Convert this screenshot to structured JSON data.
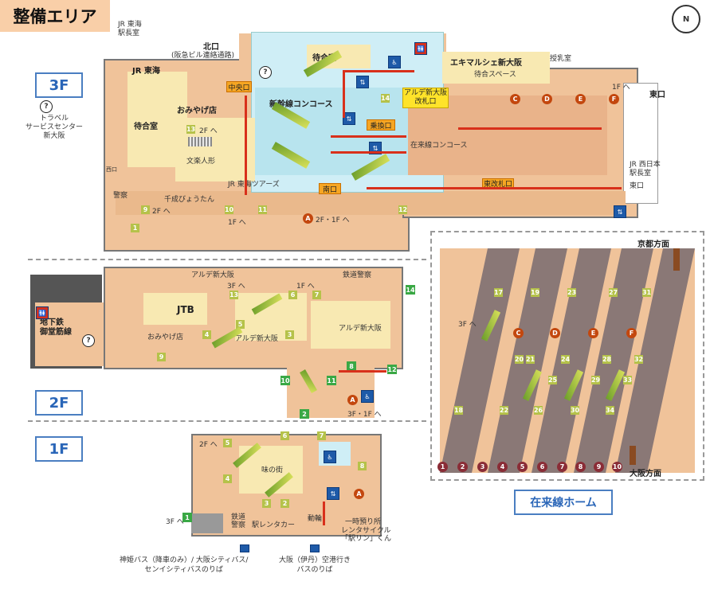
{
  "title": "整備エリア",
  "compass": "N",
  "floors": {
    "f3": "3F",
    "f2": "2F",
    "f1": "1F"
  },
  "f3": {
    "kitaguchi": "北口",
    "kitaguchi_sub": "(阪急ビル連絡通路)",
    "jr_tokai_stationmaster": "JR 東海\n駅長室",
    "jr_tokai": "JR 東海",
    "travel_service": "トラベル\nサービスセンター\n新大阪",
    "omiyage": "おみやげ店",
    "machiai1": "待合室",
    "machiai2": "待合室",
    "bunka": "文楽人形",
    "nishiguchi": "西口",
    "keisatsu": "警察",
    "senbazuru": "千成びょうたん",
    "jr_tokai_tours": "JR 東海ツアーズ",
    "shinkansen_concourse": "新幹線コンコース",
    "chuo_guchi": "中央口",
    "minami_guchi": "南口",
    "norikae": "乗換口",
    "arte_gate": "アルデ新大阪\n改札口",
    "zairaisen_concourse": "在来線コンコース",
    "ekimarche": "エキマルシェ新大阪",
    "machiai_space": "待合スペース",
    "jyunyu": "授乳室",
    "higashiguchi": "東口",
    "jr_west": "JR 西日本\n駅長室",
    "higashi": "東口",
    "higashi_kaisatsu": "東改札口",
    "a_label": "2F・1F へ",
    "to_2f": "2F へ",
    "to_1f": "1F へ",
    "to_2f_b": "2F へ",
    "to_1f_b": "1F へ"
  },
  "f2": {
    "arte": "アルデ新大阪",
    "tetsudo_keisatsu": "鉄道警察",
    "jtb": "JTB",
    "omiyage": "おみやげ店",
    "arte2": "アルデ新大阪",
    "arte3": "アルデ新大阪",
    "subway": "地下鉄\n御堂筋線",
    "to_3f": "3F へ",
    "to_1f": "1F へ",
    "to_3f_1f": "3F・1F へ"
  },
  "f1": {
    "aji_no_machi": "味の街",
    "tetsudo_keisatsu": "鉄道\n警察",
    "eki_rentacar": "駅レンタカー",
    "douwa": "動輪",
    "ichiji_azukari": "一時預り所",
    "rental_cycle": "レンタサイクル\n「駅リン」くん",
    "bus1": "神姫バス（降車のみ）/ 大阪シティバス/\nセンイシティバスのりば",
    "bus2": "大阪（伊丹）空港行き\nバスのりば",
    "to_2f": "2F へ",
    "to_3f": "3F へ"
  },
  "platform": {
    "title": "在来線ホーム",
    "kyoto": "京都方面",
    "osaka": "大阪方面",
    "to_3f": "3F へ",
    "tracks": [
      "1",
      "2",
      "3",
      "4",
      "5",
      "6",
      "7",
      "8",
      "9",
      "10"
    ],
    "exits": [
      "17",
      "19",
      "23",
      "27",
      "31",
      "18",
      "20",
      "21",
      "22",
      "24",
      "25",
      "26",
      "28",
      "29",
      "30",
      "32",
      "33",
      "34"
    ],
    "circle_letters": [
      "C",
      "D",
      "E",
      "F"
    ]
  },
  "colors": {
    "floor": "#f0c39a",
    "concourse": "#cfeef6",
    "accent_blue": "#1e5aa8",
    "exit_red": "#d8301b",
    "title_bg": "#f9cfa8"
  }
}
